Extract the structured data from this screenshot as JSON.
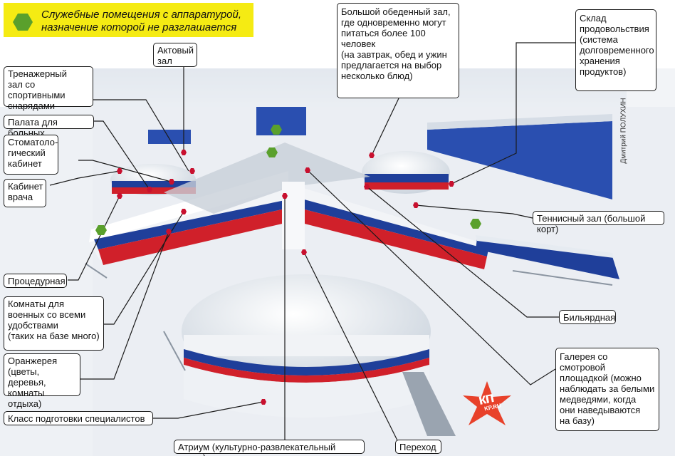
{
  "legend": {
    "text": "Служебные помещения с аппаратурой,\nназначение которой не разглашается",
    "marker_color": "#5aa02c"
  },
  "labels": {
    "aktovy_zal": "Актовый\nзал",
    "trenazhorny_zal": "Тренажерный\nзал со спортивными\nснарядами",
    "palata": "Палата для больных",
    "stomatolog": "Стоматоло-\nгический\nкабинет",
    "kabinet_vracha": "Кабинет\nврача",
    "procedurnaya": "Процедурная",
    "komnaty": "Комнаты для\nвоенных со всеми\nудобствами\n(таких на базе много)",
    "oranzhereya": "Оранжерея\n(цветы, деревья,\nкомнаты отдыха)",
    "klass": "Класс подготовки специалистов",
    "atrium": "Атриум (культурно-развлекательный центр)",
    "perehod": "Переход",
    "obedenny_zal": "Большой обеденный зал,\nгде одновременно могут\nпитаться более 100 человек\n(на завтрак, обед и ужин\nпредлагается на выбор\nнесколько блюд)",
    "sklad": "Склад\nпродовольствия\n(система\nдолговременного\nхранения\nпродуктов)",
    "tennis": "Теннисный зал (большой корт)",
    "bilyard": "Бильярдная",
    "galereya": "Галерея со смотровой\nплощадкой (можно\nнаблюдать за белыми\nмедведями, когда\nони наведываются\n на базу)"
  },
  "credit": "Дмитрий ПОЛУХИН",
  "logo": {
    "main": "кп",
    "sub": "KP.RU"
  },
  "colors": {
    "marker_red": "#c8102e",
    "marker_green": "#5aa02c",
    "stripe_blue": "#1f3f9a",
    "stripe_red": "#d0202a",
    "snow": "#eef1f5",
    "sky": "#dfe5ec",
    "accent_yellow": "#f5eb13",
    "logo_red": "#e8412a"
  }
}
